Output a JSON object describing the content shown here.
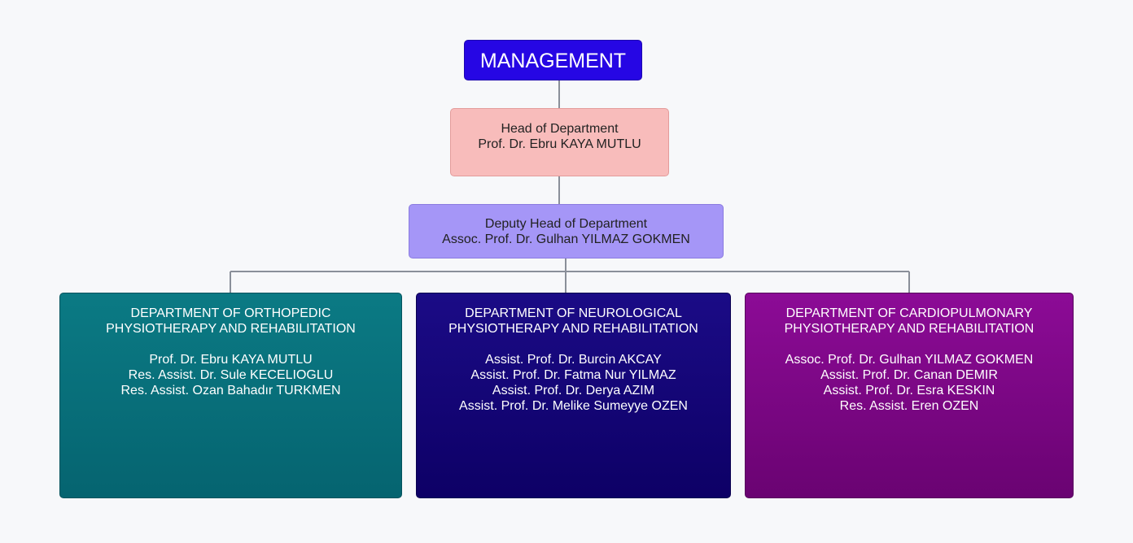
{
  "management": {
    "label": "MANAGEMENT"
  },
  "head": {
    "role": "Head of Department",
    "name": "Prof. Dr. Ebru KAYA MUTLU"
  },
  "deputy": {
    "role": "Deputy Head of Department",
    "name": "Assoc. Prof. Dr. Gulhan YILMAZ GOKMEN"
  },
  "departments": [
    {
      "title_line1": "DEPARTMENT OF ORTHOPEDIC",
      "title_line2": "PHYSIOTHERAPY AND REHABILITATION",
      "members": [
        "Prof. Dr. Ebru KAYA MUTLU",
        "Res. Assist. Dr. Sule KECELIOGLU",
        "Res. Assist. Ozan Bahadır TURKMEN"
      ]
    },
    {
      "title_line1": "DEPARTMENT OF NEUROLOGICAL",
      "title_line2": "PHYSIOTHERAPY AND REHABILITATION",
      "members": [
        "Assist. Prof. Dr. Burcin AKCAY",
        "Assist. Prof. Dr. Fatma Nur YILMAZ",
        "Assist. Prof. Dr. Derya AZIM",
        "Assist. Prof. Dr. Melike Sumeyye OZEN"
      ]
    },
    {
      "title_line1": "DEPARTMENT OF CARDIOPULMONARY",
      "title_line2": "PHYSIOTHERAPY AND REHABILITATION",
      "members": [
        "Assoc. Prof. Dr. Gulhan YILMAZ GOKMEN",
        "Assist. Prof. Dr. Canan DEMIR",
        "Assist. Prof. Dr. Esra KESKIN",
        "Res. Assist. Eren OZEN"
      ]
    }
  ],
  "colors": {
    "management": "#2606e4",
    "head": "#f8bcbb",
    "deputy": "#a596f7",
    "orthopedic": "#0b7a84",
    "neurological": "#1b0b86",
    "cardiopulmonary": "#8c0b96",
    "connector": "#8a8f99"
  }
}
